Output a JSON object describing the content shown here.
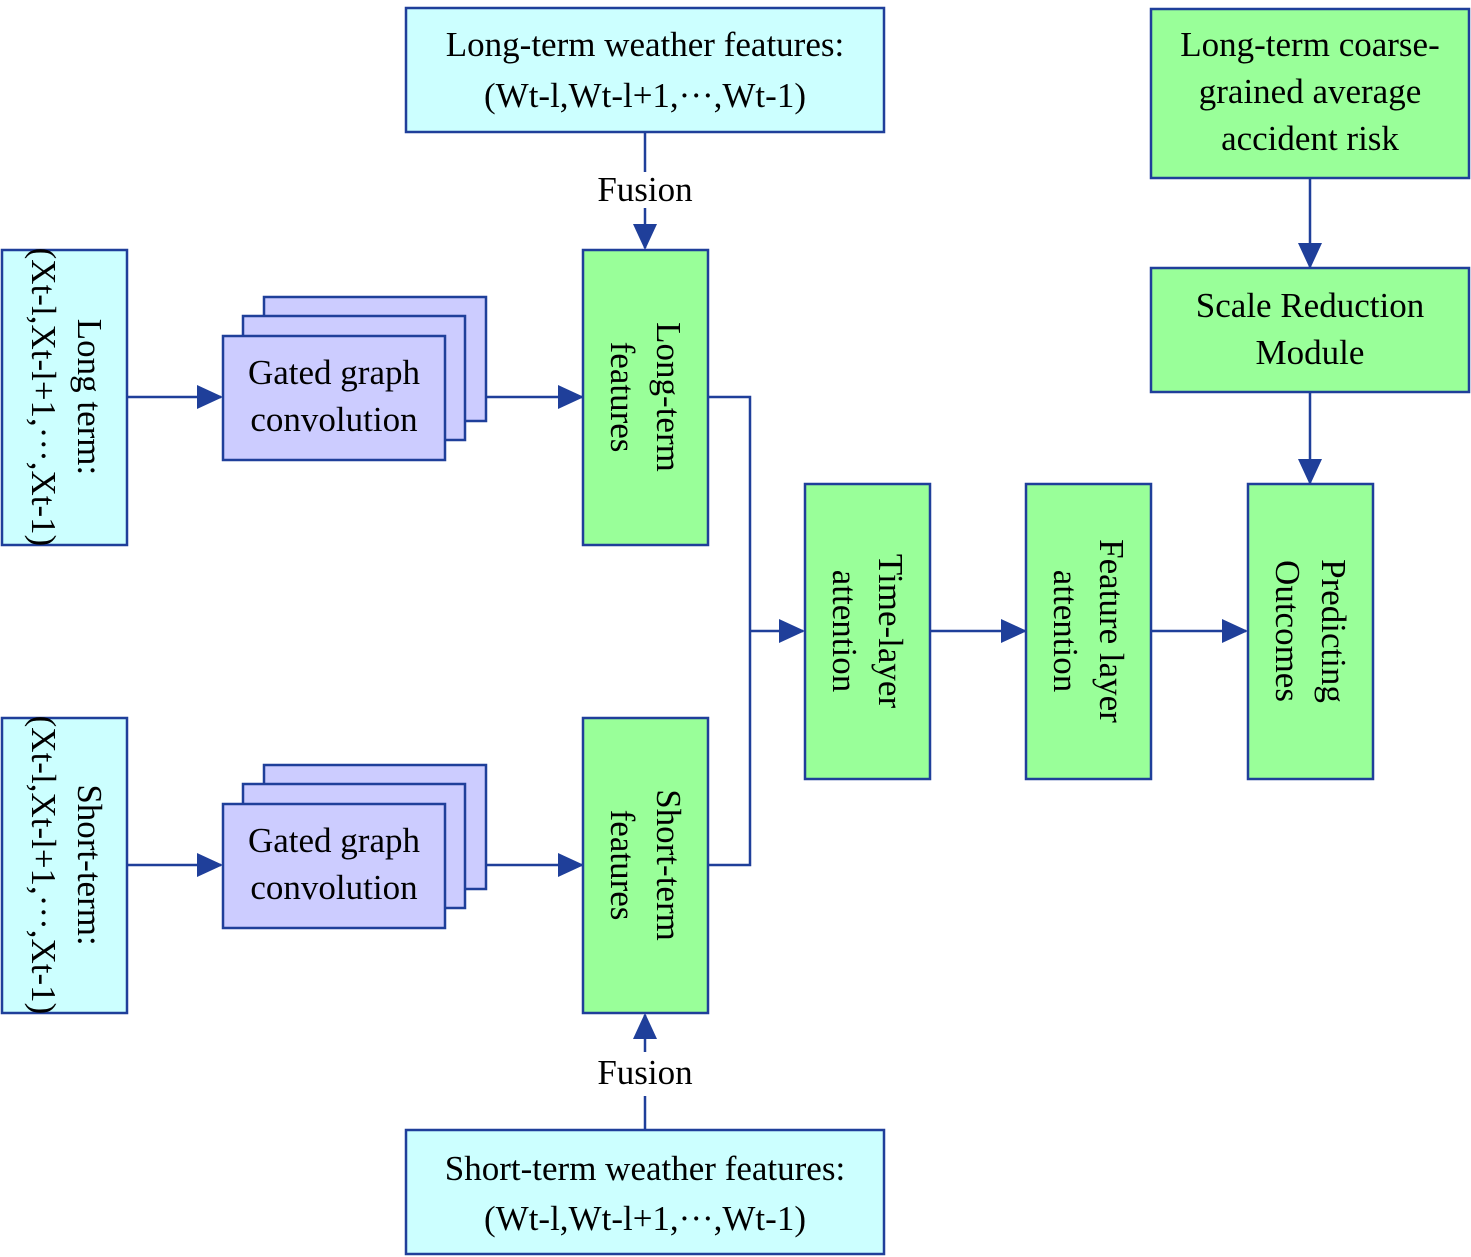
{
  "colors": {
    "cyan_fill": "#ccffff",
    "green_fill": "#99ff99",
    "lavender_fill": "#ccccff",
    "border": "#1f3f9a",
    "arrow": "#1f3f9a"
  },
  "nodes": {
    "long_weather": {
      "label": "Long-term weather features:",
      "formula": "(Wt-l,Wt-l+1,···,Wt-1)"
    },
    "short_weather": {
      "label": "Short-term weather features:",
      "formula": "(Wt-l,Wt-l+1,···,Wt-1)"
    },
    "long_coarse_risk": {
      "lines": [
        "Long-term coarse-",
        "grained average",
        "accident risk"
      ]
    },
    "scale_reduction": {
      "lines": [
        "Scale Reduction",
        "Module"
      ]
    },
    "long_term_input": {
      "label": "Long term:",
      "formula": "(Xt-l,Xt-l+1,···,Xt-1)"
    },
    "short_term_input": {
      "label": "Short-term:",
      "formula": "(Xt-l,Xt-l+1,···,Xt-1)"
    },
    "ggc_long": {
      "lines": [
        "Gated graph",
        "convolution"
      ]
    },
    "ggc_short": {
      "lines": [
        "Gated graph",
        "convolution"
      ]
    },
    "long_term_features": {
      "lines": [
        "Long-term",
        "features"
      ]
    },
    "short_term_features": {
      "lines": [
        "Short-term",
        "features"
      ]
    },
    "time_layer_attention": {
      "lines": [
        "Time-layer",
        "attention"
      ]
    },
    "feature_layer_attention": {
      "lines": [
        "Feature layer",
        "attention"
      ]
    },
    "predicting_outcomes": {
      "lines": [
        "Predicting",
        "Outcomes"
      ]
    }
  },
  "edge_labels": {
    "fusion_top": "Fusion",
    "fusion_bottom": "Fusion"
  }
}
